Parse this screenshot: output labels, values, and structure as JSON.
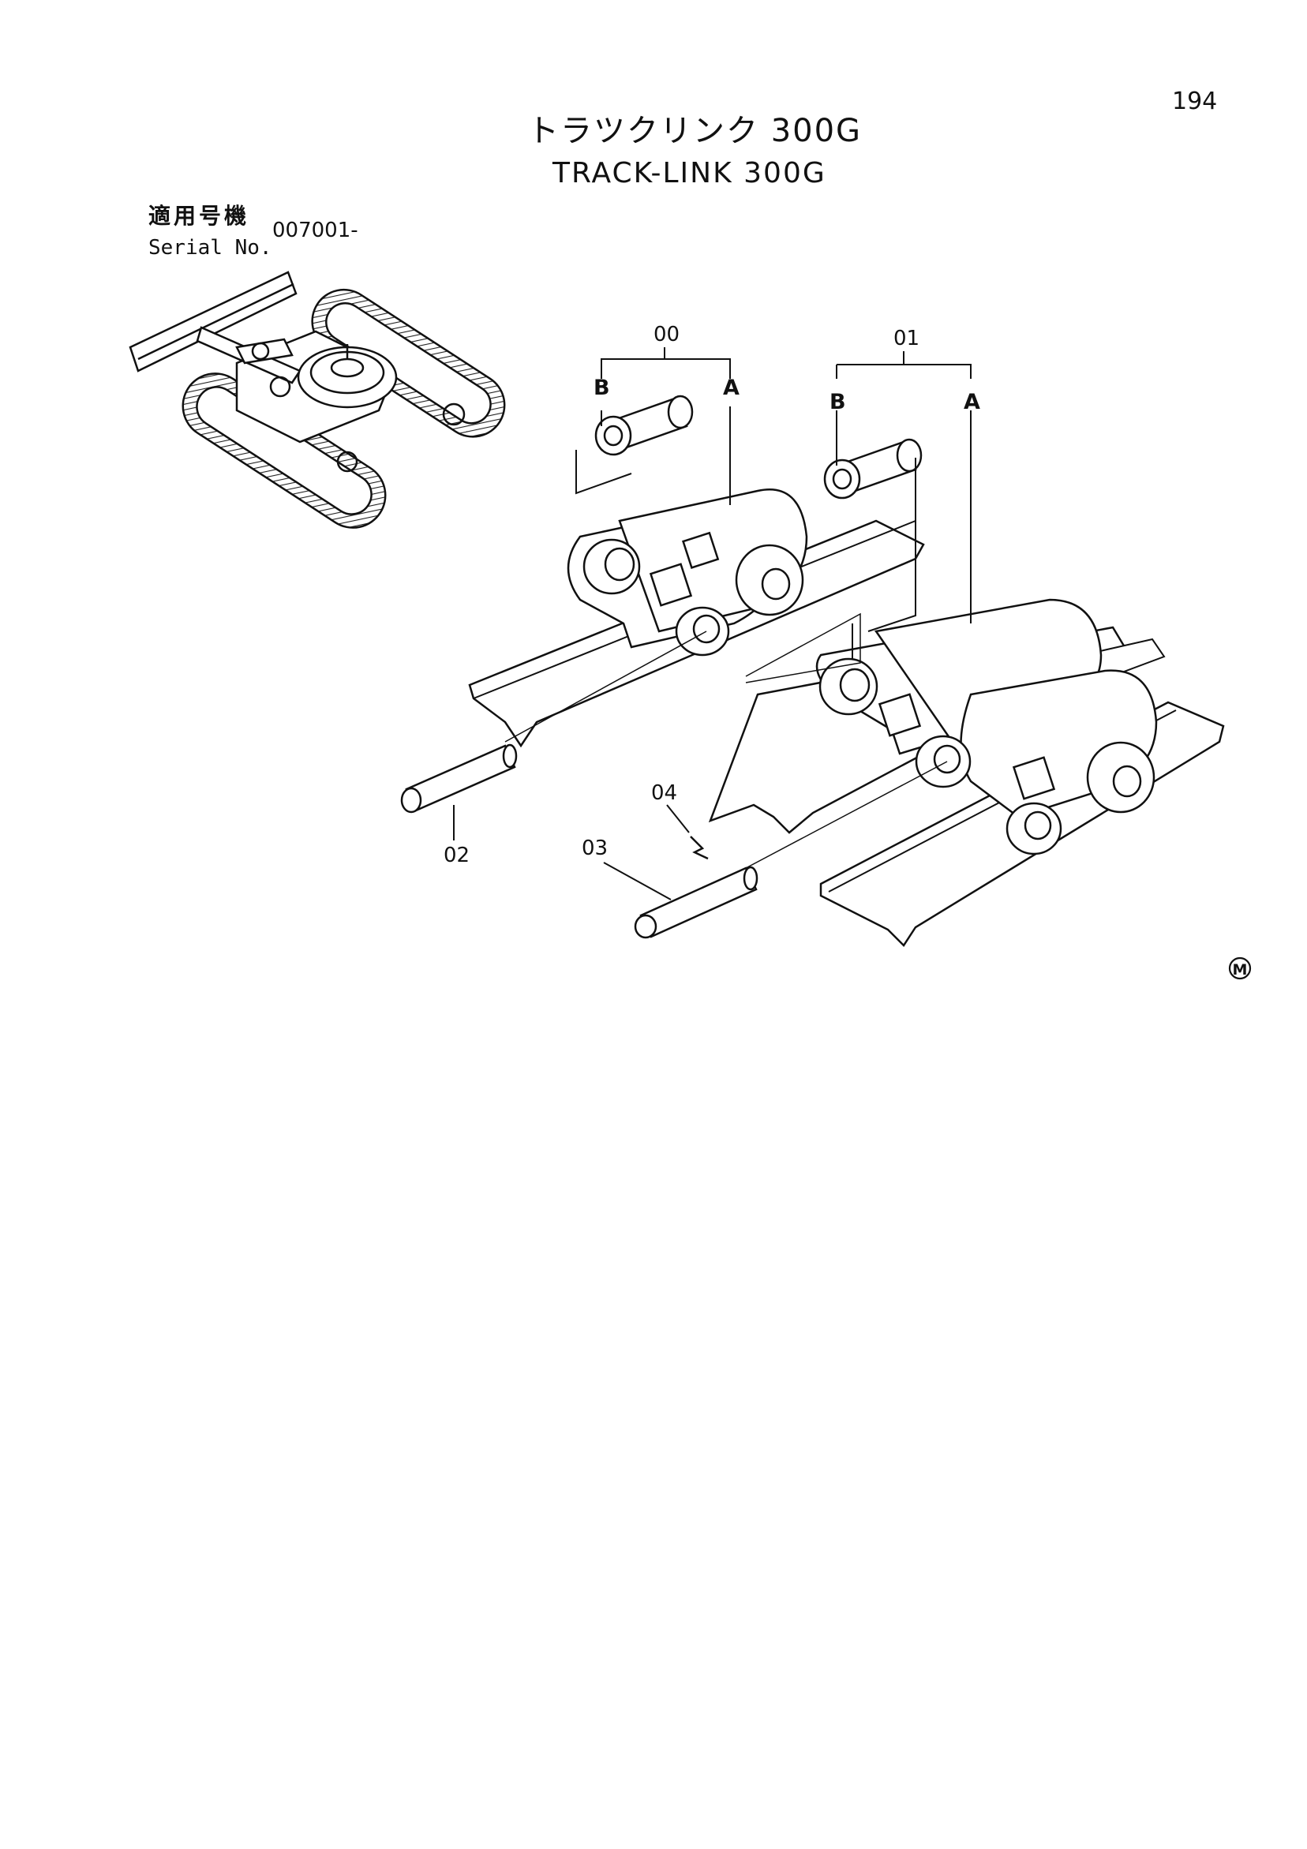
{
  "page": {
    "number": "194",
    "title_ja": "トラツクリンク 300G",
    "title_en": "TRACK-LINK 300G"
  },
  "serial": {
    "label_ja": "適用号機",
    "label_en": "Serial No.",
    "value": "007001-"
  },
  "callouts": {
    "group_00": "00",
    "group_01": "01",
    "part_02": "02",
    "part_03": "03",
    "part_04": "04",
    "end_b": "B",
    "end_a": "A"
  },
  "mark": "M",
  "icons": [
    "excavator-thumbnail-icon",
    "track-shoe-icon",
    "bushing-icon",
    "pin-icon",
    "circled-m-icon"
  ]
}
